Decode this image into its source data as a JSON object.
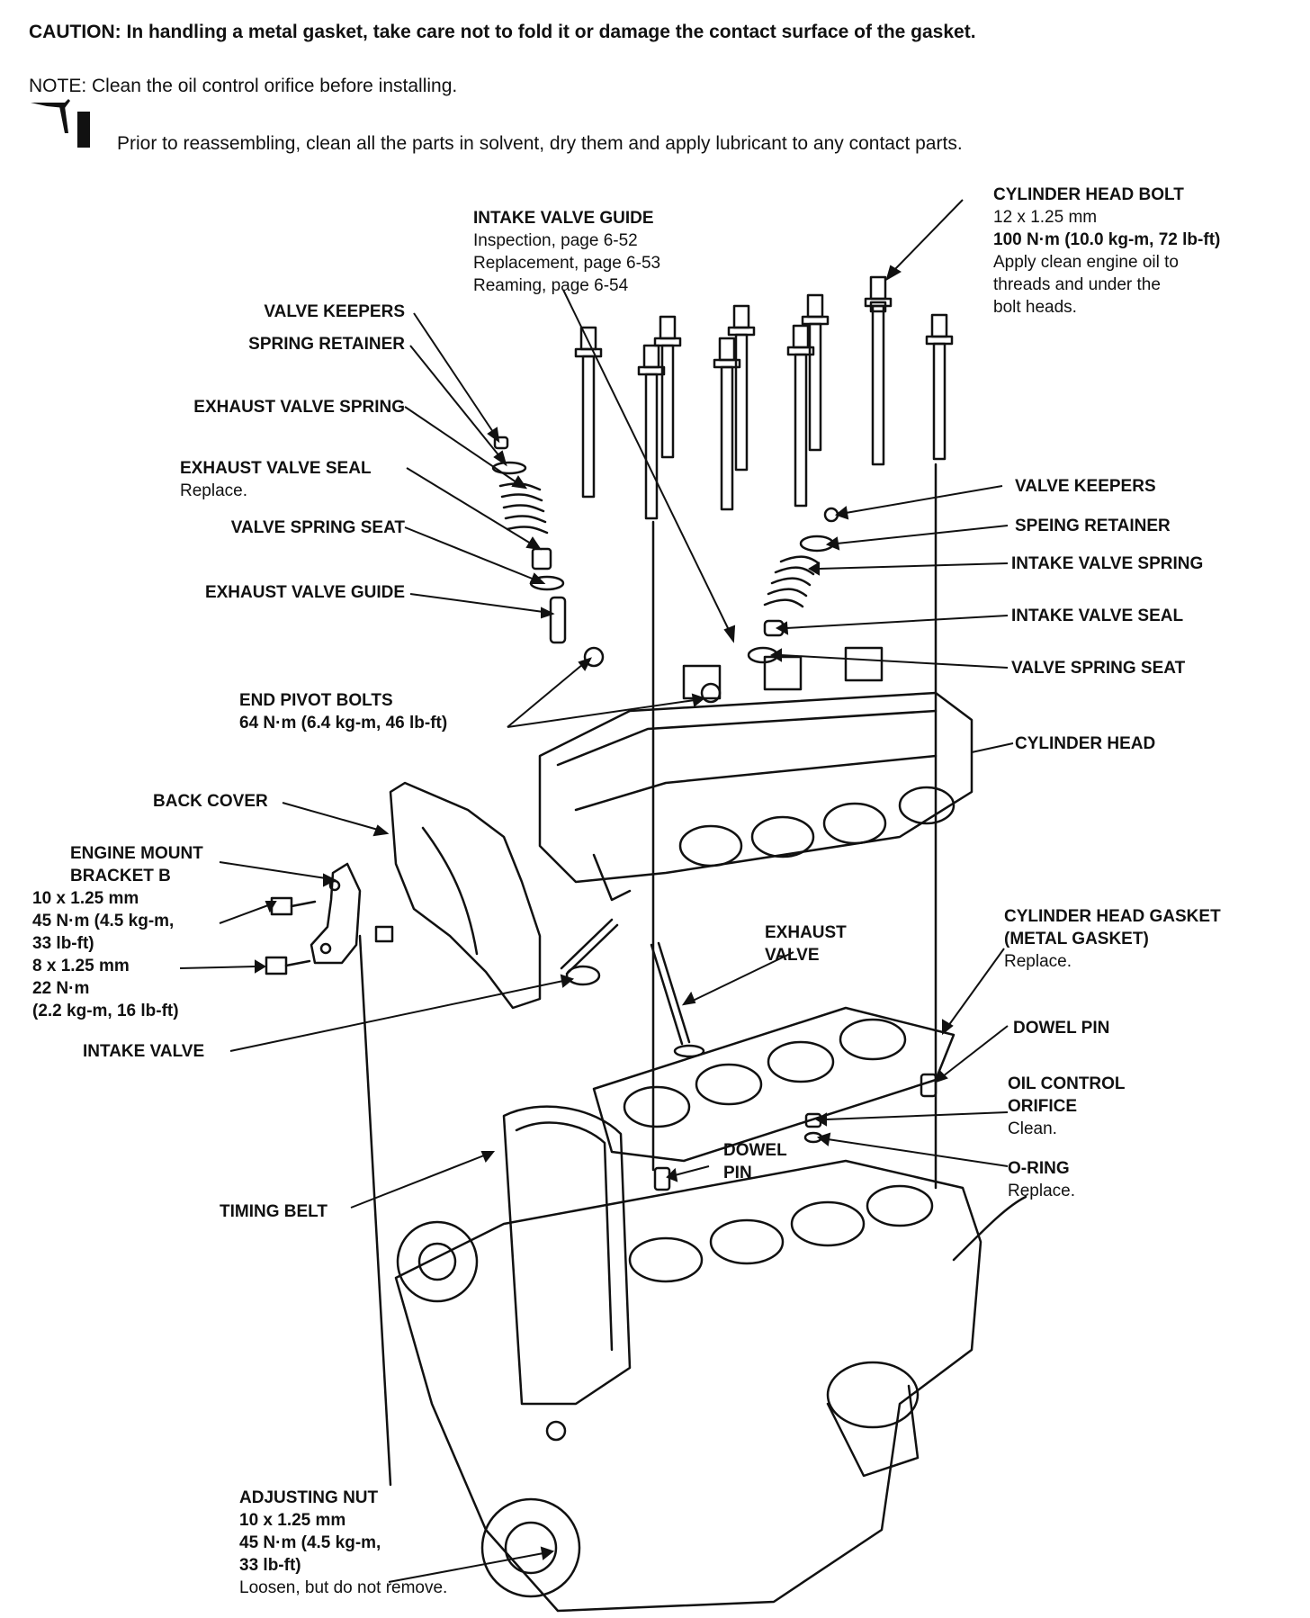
{
  "header": {
    "caution": "CAUTION: In handling a metal gasket, take care not to fold it or damage the contact surface of the gasket.",
    "note": "NOTE: Clean the oil control orifice before installing.",
    "lube_note": "Prior to reassembling, clean all the parts in solvent, dry them and apply lubricant to any contact parts."
  },
  "icons": {
    "oil_can": "oil-can-icon"
  },
  "labels": {
    "intake_valve_guide": {
      "title": "INTAKE VALVE GUIDE",
      "lines": [
        "Inspection, page 6-52",
        "Replacement, page 6-53",
        "Reaming, page 6-54"
      ]
    },
    "cylinder_head_bolt": {
      "title": "CYLINDER HEAD BOLT",
      "spec1": "12 x 1.25 mm",
      "spec2": "100 N·m (10.0 kg-m, 72 lb-ft)",
      "lines": [
        "Apply clean engine oil to",
        "threads and under the",
        "bolt heads."
      ]
    },
    "valve_keepers_l": "VALVE KEEPERS",
    "spring_retainer_l": "SPRING RETAINER",
    "exhaust_valve_spring": "EXHAUST VALVE SPRING",
    "exhaust_valve_seal": {
      "title": "EXHAUST VALVE SEAL",
      "note": "Replace."
    },
    "valve_spring_seat_l": "VALVE SPRING SEAT",
    "exhaust_valve_guide": "EXHAUST VALVE GUIDE",
    "valve_keepers_r": "VALVE KEEPERS",
    "speing_retainer_r": "SPEING RETAINER",
    "intake_valve_spring": "INTAKE VALVE SPRING",
    "intake_valve_seal": "INTAKE VALVE SEAL",
    "valve_spring_seat_r": "VALVE SPRING SEAT",
    "end_pivot_bolts": {
      "title": "END PIVOT BOLTS",
      "spec": "64 N·m (6.4 kg-m, 46 lb-ft)"
    },
    "cylinder_head": "CYLINDER HEAD",
    "back_cover": "BACK COVER",
    "engine_mount": {
      "title1": "ENGINE MOUNT",
      "title2": "BRACKET B",
      "spec1": "10 x 1.25 mm",
      "spec2": "45 N·m (4.5 kg-m,",
      "spec3": "33 lb-ft)",
      "spec4": "8 x 1.25 mm",
      "spec5": "22 N·m",
      "spec6": "(2.2 kg-m, 16 lb-ft)"
    },
    "exhaust_valve": {
      "line1": "EXHAUST",
      "line2": "VALVE"
    },
    "cylinder_head_gasket": {
      "title1": "CYLINDER HEAD GASKET",
      "title2": "(METAL GASKET)",
      "note": "Replace."
    },
    "intake_valve": "INTAKE VALVE",
    "dowel_pin_r": "DOWEL PIN",
    "oil_control_orifice": {
      "title1": "OIL CONTROL",
      "title2": "ORIFICE",
      "note": "Clean."
    },
    "dowel_pin_c": {
      "line1": "DOWEL",
      "line2": "PIN"
    },
    "o_ring": {
      "title": "O-RING",
      "note": "Replace."
    },
    "timing_belt": "TIMING BELT",
    "adjusting_nut": {
      "title": "ADJUSTING NUT",
      "spec1": "10 x 1.25 mm",
      "spec2": "45 N·m (4.5 kg-m,",
      "spec3": "33 lb-ft)",
      "note": "Loosen, but do not remove."
    }
  }
}
